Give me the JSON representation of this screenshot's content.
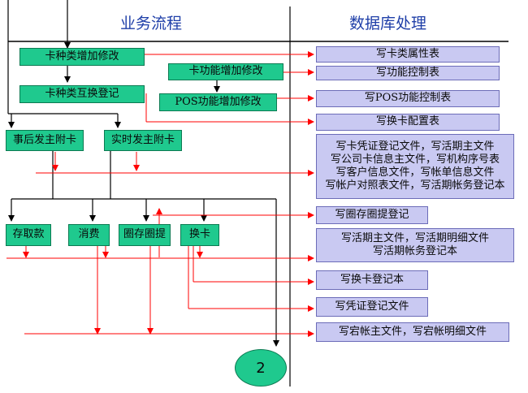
{
  "headers": {
    "left": "业务流程",
    "right": "数据库处理"
  },
  "process": {
    "card_type_edit": "卡种类增加修改",
    "card_func_edit": "卡功能增加修改",
    "card_type_swap": "卡种类互换登记",
    "pos_func_edit": "POS功能增加修改",
    "post_issue": "事后发主附卡",
    "realtime_issue": "实时发主附卡",
    "deposit": "存取款",
    "consume": "消费",
    "circle_deposit": "圈存圈提",
    "swap_card": "换卡",
    "connector": "2"
  },
  "db": {
    "card_type_attr": "写卡类属性表",
    "func_control": "写功能控制表",
    "pos_func_control": "写POS功能控制表",
    "card_swap_config": "写换卡配置表",
    "issue_lines": [
      "写卡凭证登记文件，写活期主文件",
      "写公司卡信息主文件，写机构序号表",
      "写客户信息文件，写帐单信息文件",
      "写帐户对照表文件，写活期帐务登记本"
    ],
    "circle_log": "写圈存圈提登记",
    "txn_lines": [
      "写活期主文件，写活期明细文件",
      "写活期帐务登记本"
    ],
    "swap_log": "写换卡登记本",
    "voucher_log": "写凭证登记文件",
    "dormant": "写宕帐主文件，写宕帐明细文件"
  },
  "colors": {
    "process_fill": "#1fc98e",
    "db_fill": "#c9c9f2",
    "header_text": "#1f3fa8",
    "flow_line": "#000000",
    "data_line": "#ff0000"
  }
}
